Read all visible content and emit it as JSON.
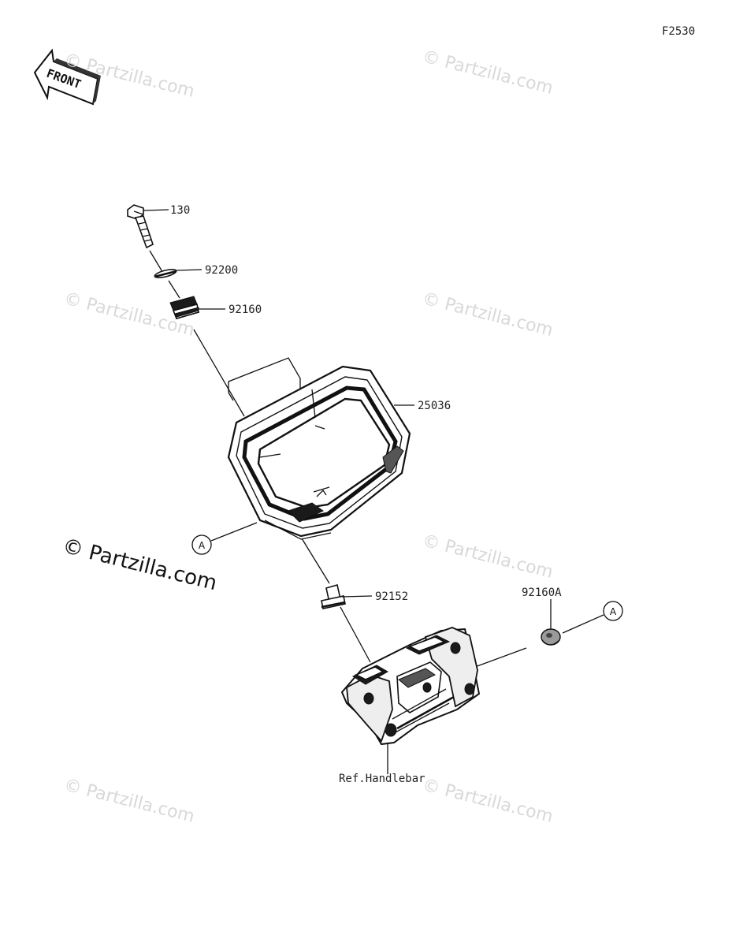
{
  "diagram": {
    "code": "F2530",
    "front_label": "FRONT",
    "watermark": "© Partzilla.com",
    "callout_a": "A",
    "parts": [
      {
        "number": "130"
      },
      {
        "number": "92200"
      },
      {
        "number": "92160"
      },
      {
        "number": "25036"
      },
      {
        "number": "92152"
      },
      {
        "number": "92160A"
      }
    ],
    "reference": "Ref.Handlebar"
  }
}
